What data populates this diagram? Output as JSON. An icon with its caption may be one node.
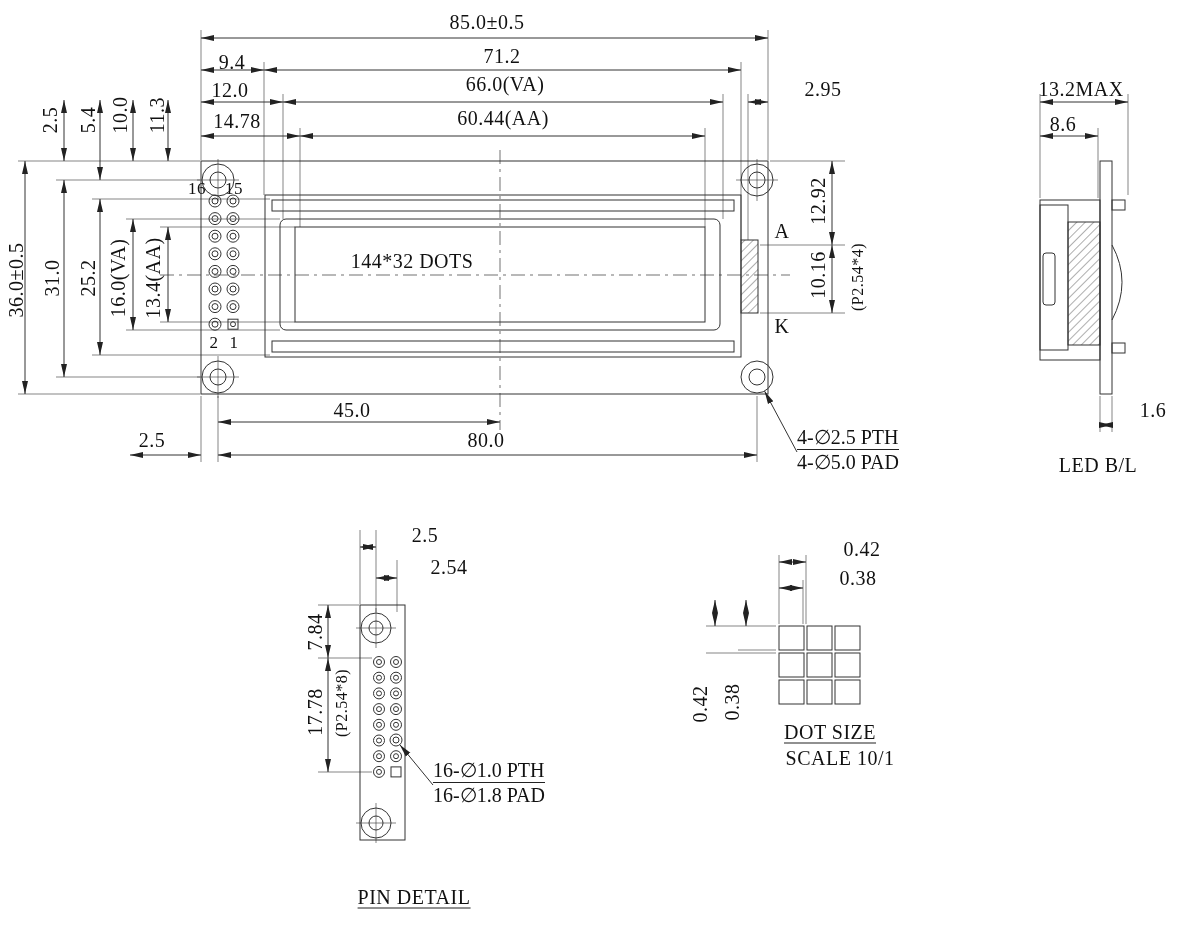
{
  "diagram": {
    "nodes": [
      {
        "text": [
          "4-∅2.5 PTH",
          "4-∅5.0 PAD"
        ]
      },
      {
        "text": [],
        "shape": "circle"
      },
      {
        "text": [
          "16-∅1.0 PTH",
          "16-∅1.8 PAD"
        ]
      },
      {
        "text": [],
        "shape": "circle"
      }
    ],
    "edges": [
      {
        "from": 0,
        "to": 1,
        "arrow": "to"
      },
      {
        "from": 2,
        "to": 3,
        "arrow": "to"
      }
    ],
    "labels": [
      "85.0±0.5",
      "9.4",
      "71.2",
      "12.0",
      "66.0(VA)",
      "2.95",
      "14.78",
      "60.44(AA)",
      "13.2MAX",
      "8.6",
      "2.5",
      "5.4",
      "10.0",
      "11.3",
      "16",
      "15",
      "36.0±0.5",
      "31.0",
      "25.2",
      "16.0(VA)",
      "13.4(AA)",
      "144*32 DOTS",
      "A",
      "12.92",
      "10.16",
      "(P2.54*4)",
      "K",
      "2",
      "1",
      "45.0",
      "1.6",
      "2.5",
      "80.0",
      "LED B/L",
      "2.5",
      "2.54",
      "0.42",
      "0.38",
      "7.84",
      "17.78",
      "(P2.54*8)",
      "0.42",
      "0.38",
      "DOT SIZE",
      "SCALE 10/1",
      "PIN DETAIL"
    ]
  }
}
